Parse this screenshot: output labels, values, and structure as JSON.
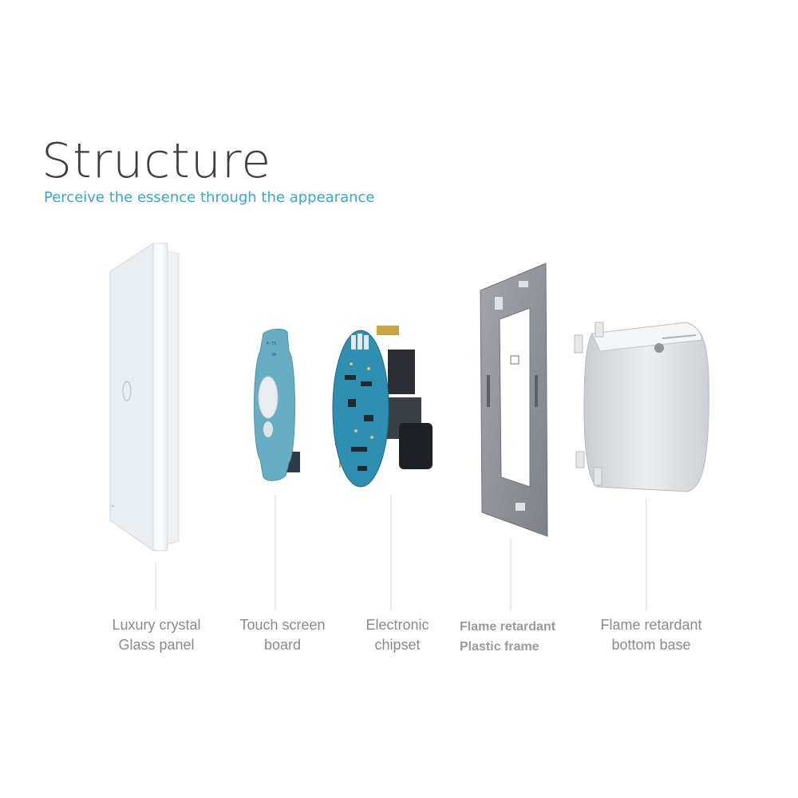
{
  "header": {
    "title": "Structure",
    "subtitle": "Perceive the essence  through the appearance"
  },
  "components": [
    {
      "id": "glass-panel",
      "line1": "Luxury crystal",
      "line2": "Glass panel",
      "icon": "glass-panel-icon"
    },
    {
      "id": "touch-board",
      "line1": "Touch screen",
      "line2": "board",
      "icon": "touch-board-icon"
    },
    {
      "id": "chipset",
      "line1": "Electronic",
      "line2": "chipset",
      "icon": "chipset-icon"
    },
    {
      "id": "plastic-frame",
      "line1": "Flame retardant",
      "line2": "Plastic frame",
      "icon": "metal-frame-icon"
    },
    {
      "id": "bottom-base",
      "line1": "Flame retardant",
      "line2": "bottom base",
      "icon": "bottom-base-icon"
    }
  ],
  "colors": {
    "title": "#3e3e3e",
    "subtitle": "#3aa6c9",
    "label": "#8a8a8a",
    "board": "#6fb3c9",
    "frame": "#8c9097",
    "base": "#d9dcdf"
  }
}
